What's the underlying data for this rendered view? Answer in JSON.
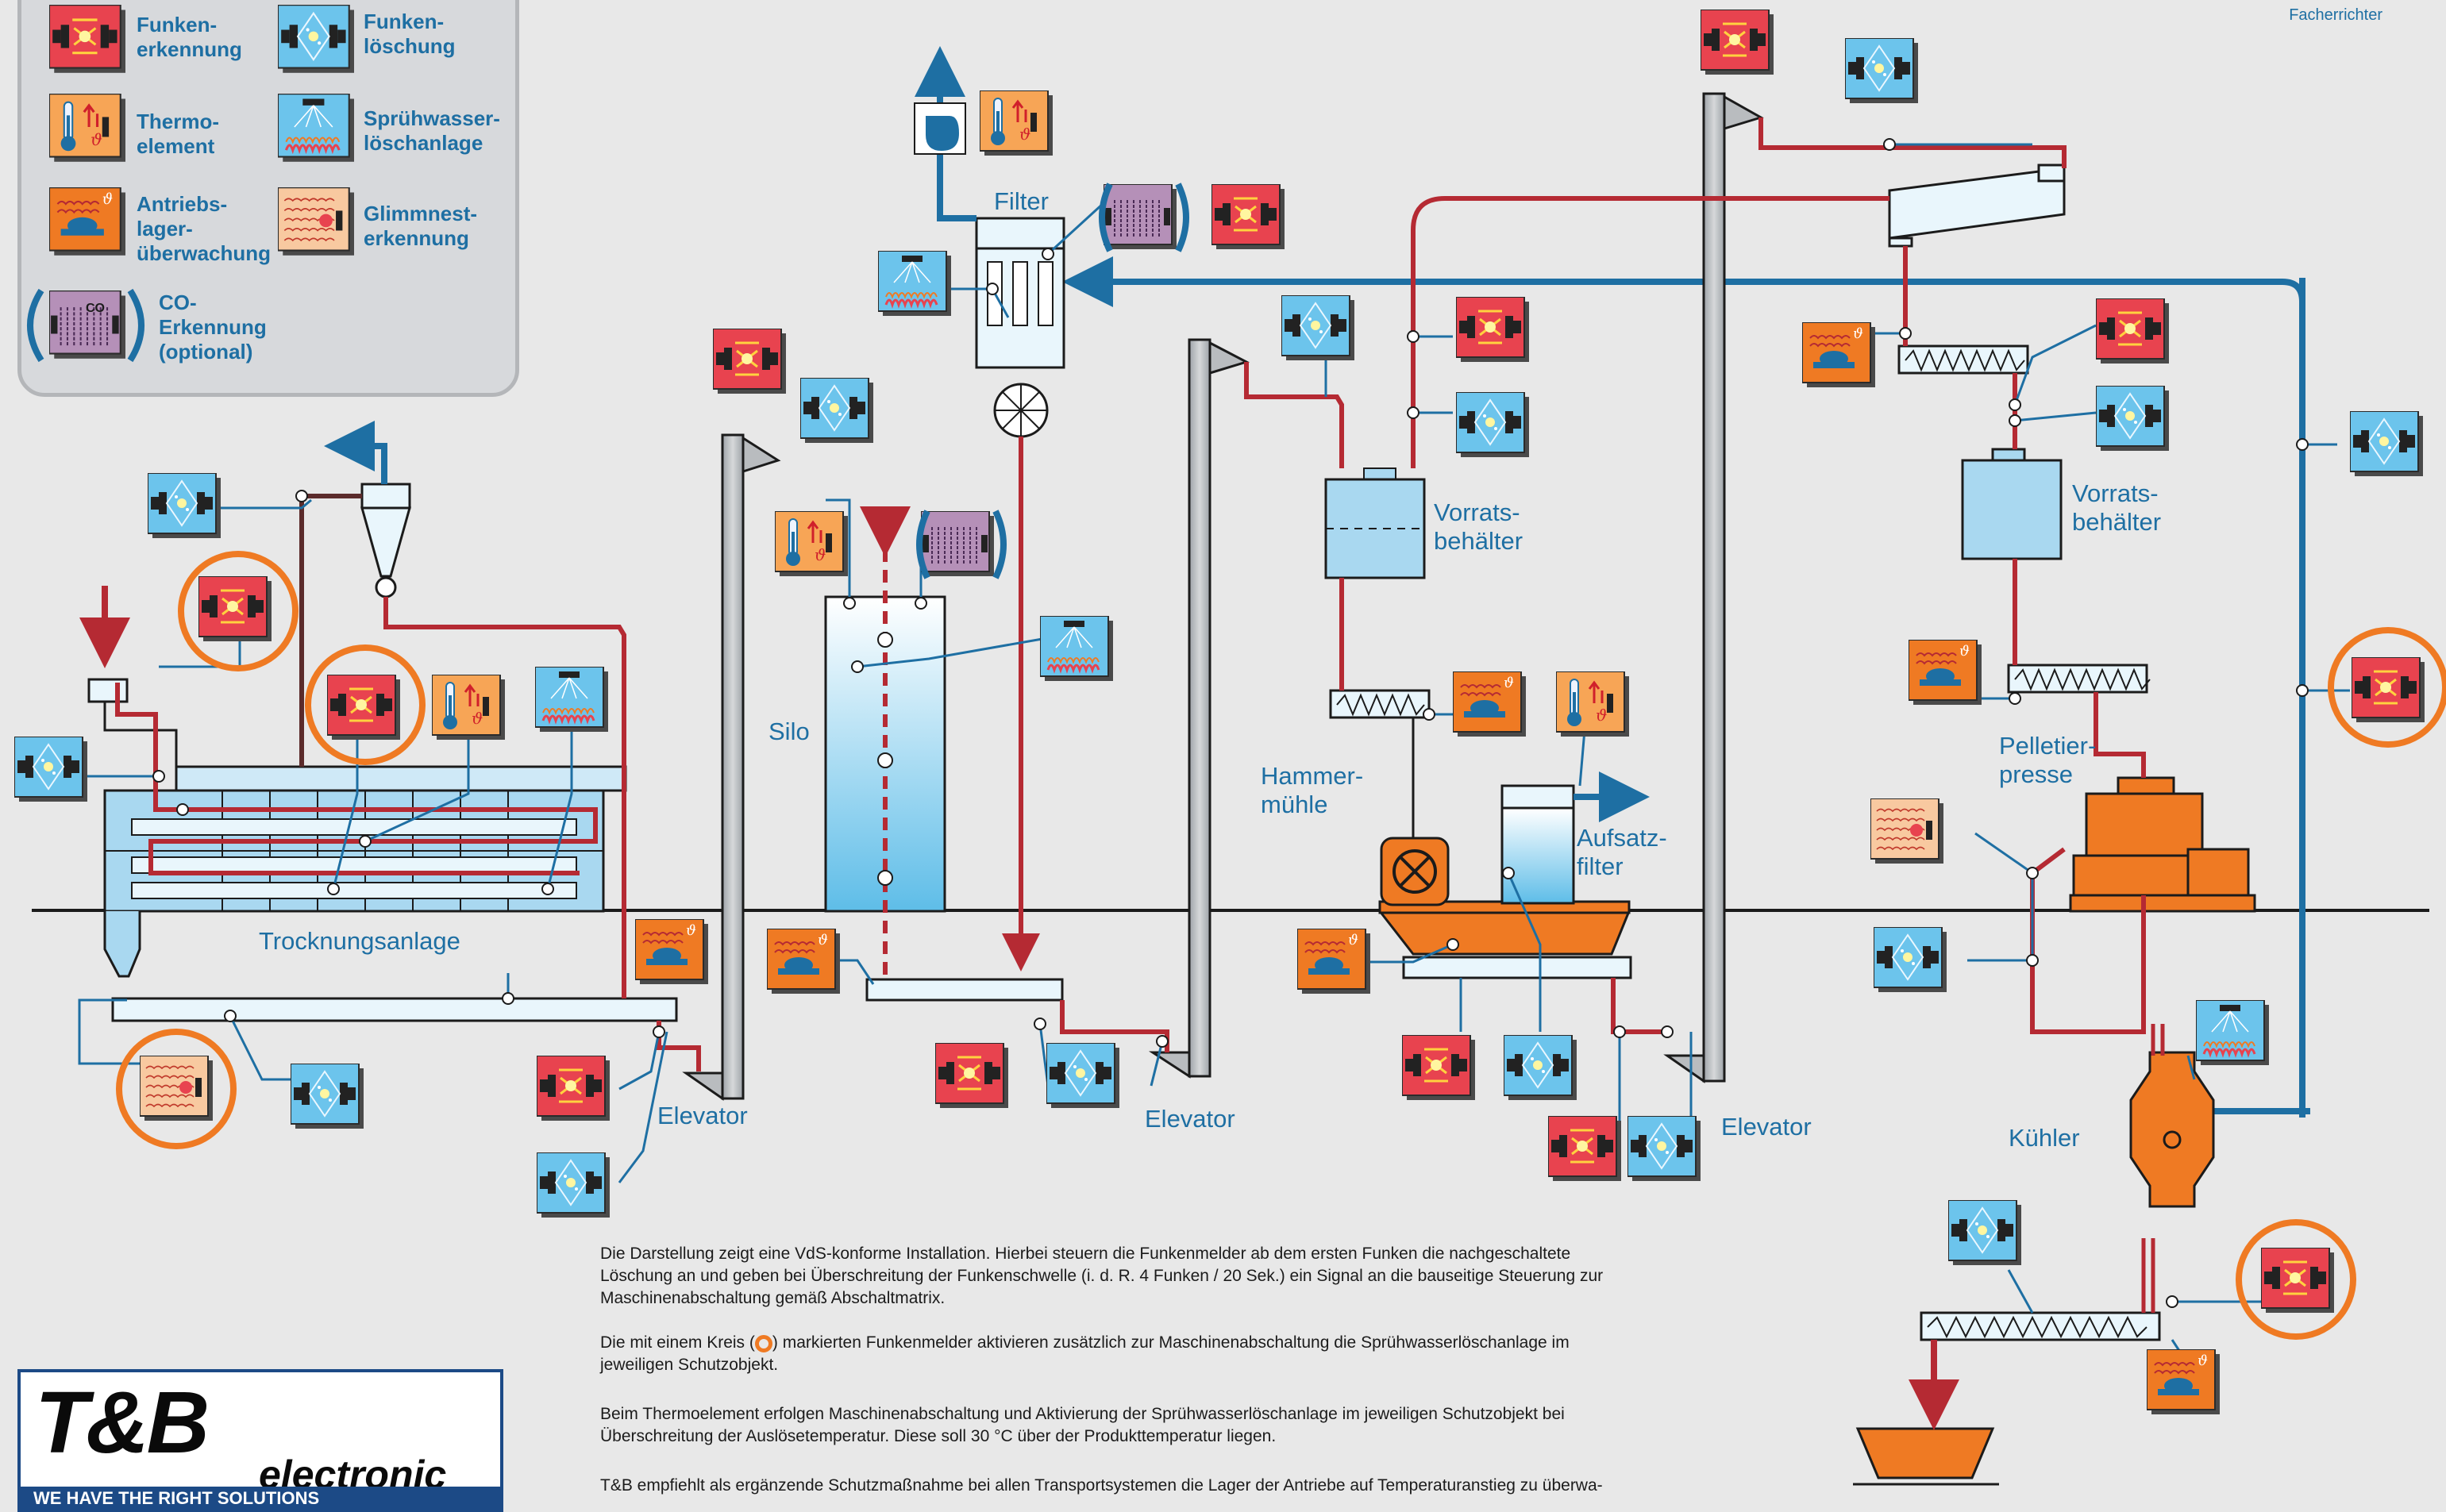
{
  "header": {
    "brand": "Facherrichter"
  },
  "legend": {
    "spark_detection": "Funken-\nerkennung",
    "spark_extinguishing": "Funken-\nlöschung",
    "thermo_element": "Thermo-\nelement",
    "sprinkler": "Sprühwasser-\nlöschanlage",
    "drive_bearing": "Antriebs-\nlager-\nüberwachung",
    "ember_detection": "Glimmnest-\nerkennung",
    "co_detection": "CO-\nErkennung\n(optional)",
    "co_text": "CO"
  },
  "labels": {
    "filter": "Filter",
    "silo": "Silo",
    "storage_1": "Vorrats-\nbehälter",
    "storage_2": "Vorrats-\nbehälter",
    "hammer_mill": "Hammer-\nmühle",
    "top_filter": "Aufsatz-\nfilter",
    "pellet_press": "Pelletier-\npresse",
    "dryer": "Trocknungsanlage",
    "elevator_1": "Elevator",
    "elevator_2": "Elevator",
    "elevator_3": "Elevator",
    "cooler": "Kühler"
  },
  "description": {
    "p1": "Die Darstellung zeigt eine VdS-konforme Installation. Hierbei steuern die Funkenmelder ab dem ersten Funken die nachgeschaltete\nLöschung  an und geben bei Überschreitung der Funkenschwelle (i. d. R. 4 Funken / 20 Sek.) ein Signal an die bauseitige Steuerung zur\nMaschinenabschaltung gemäß Abschaltmatrix.",
    "p2_before": "Die mit einem Kreis (",
    "p2_after": ") markierten Funkenmelder aktivieren zusätzlich zur Maschinenabschaltung  die Sprühwasserlöschanlage im\njeweiligen Schutzobjekt.",
    "p3": "Beim Thermoelement erfolgen Maschinenabschaltung und Aktivierung der Sprühwasserlöschanlage im jeweiligen Schutzobjekt bei\nÜberschreitung der Auslösetemperatur. Diese soll 30 °C über der Produkttemperatur liegen.",
    "p4": "T&B empfiehlt als ergänzende Schutzmaßnahme bei allen Transportsystemen die Lager der Antriebe auf Temperaturanstieg zu überwa-"
  },
  "logo": {
    "main": "T&B",
    "sub": "electronic",
    "slogan": "WE HAVE THE RIGHT SOLUTIONS"
  },
  "colors": {
    "spark_detector": "#e8434f",
    "extinguisher": "#6cc4ec",
    "thermo": "#f7a556",
    "drive_bearing": "#ef7a23",
    "ember": "#f8c9a0",
    "co": "#b590b8",
    "line_red": "#b52a33",
    "line_blue": "#1e6fa3",
    "highlight_ring": "#ef7a23"
  }
}
